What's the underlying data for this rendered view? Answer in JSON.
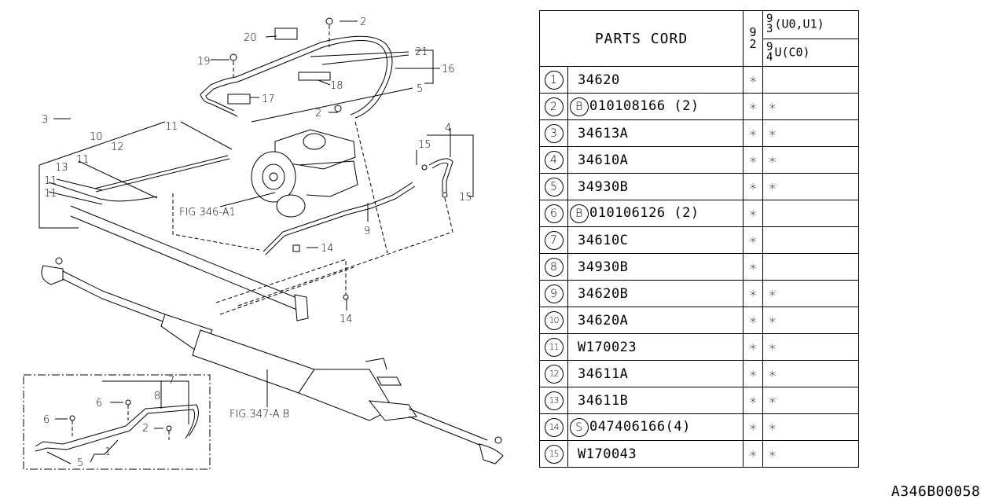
{
  "diagram": {
    "callouts": [
      "1",
      "2",
      "3",
      "4",
      "5",
      "6",
      "7",
      "8",
      "9",
      "10",
      "11",
      "12",
      "13",
      "14",
      "15",
      "16",
      "17",
      "18",
      "19",
      "20",
      "21"
    ],
    "fig_refs": {
      "pump": "FIG 346-A1",
      "gearbox": "FIG.347-A B"
    }
  },
  "table": {
    "header": {
      "title": "PARTS CORD",
      "col_92": [
        "9",
        "2"
      ],
      "col_93": {
        "year": [
          "9",
          "3"
        ],
        "label": "(U0,U1)"
      },
      "col_94": {
        "year": [
          "9",
          "4"
        ],
        "label": "U(C0)"
      }
    },
    "rows": [
      {
        "num": "1",
        "prefix": "",
        "part": "34620",
        "m92": "*",
        "m93": ""
      },
      {
        "num": "2",
        "prefix": "B",
        "part": "010108166 (2)",
        "m92": "*",
        "m93": "*"
      },
      {
        "num": "3",
        "prefix": "",
        "part": "34613A",
        "m92": "*",
        "m93": "*"
      },
      {
        "num": "4",
        "prefix": "",
        "part": "34610A",
        "m92": "*",
        "m93": "*"
      },
      {
        "num": "5",
        "prefix": "",
        "part": "34930B",
        "m92": "*",
        "m93": "*"
      },
      {
        "num": "6",
        "prefix": "B",
        "part": "010106126 (2)",
        "m92": "*",
        "m93": ""
      },
      {
        "num": "7",
        "prefix": "",
        "part": "34610C",
        "m92": "*",
        "m93": ""
      },
      {
        "num": "8",
        "prefix": "",
        "part": "34930B",
        "m92": "*",
        "m93": ""
      },
      {
        "num": "9",
        "prefix": "",
        "part": "34620B",
        "m92": "*",
        "m93": "*"
      },
      {
        "num": "10",
        "prefix": "",
        "part": "34620A",
        "m92": "*",
        "m93": "*"
      },
      {
        "num": "11",
        "prefix": "",
        "part": "W170023",
        "m92": "*",
        "m93": "*"
      },
      {
        "num": "12",
        "prefix": "",
        "part": "34611A",
        "m92": "*",
        "m93": "*"
      },
      {
        "num": "13",
        "prefix": "",
        "part": "34611B",
        "m92": "*",
        "m93": "*"
      },
      {
        "num": "14",
        "prefix": "S",
        "part": "047406166(4)",
        "m92": "*",
        "m93": "*"
      },
      {
        "num": "15",
        "prefix": "",
        "part": "W170043",
        "m92": "*",
        "m93": "*"
      }
    ]
  },
  "catalog_code": "A346B00058"
}
